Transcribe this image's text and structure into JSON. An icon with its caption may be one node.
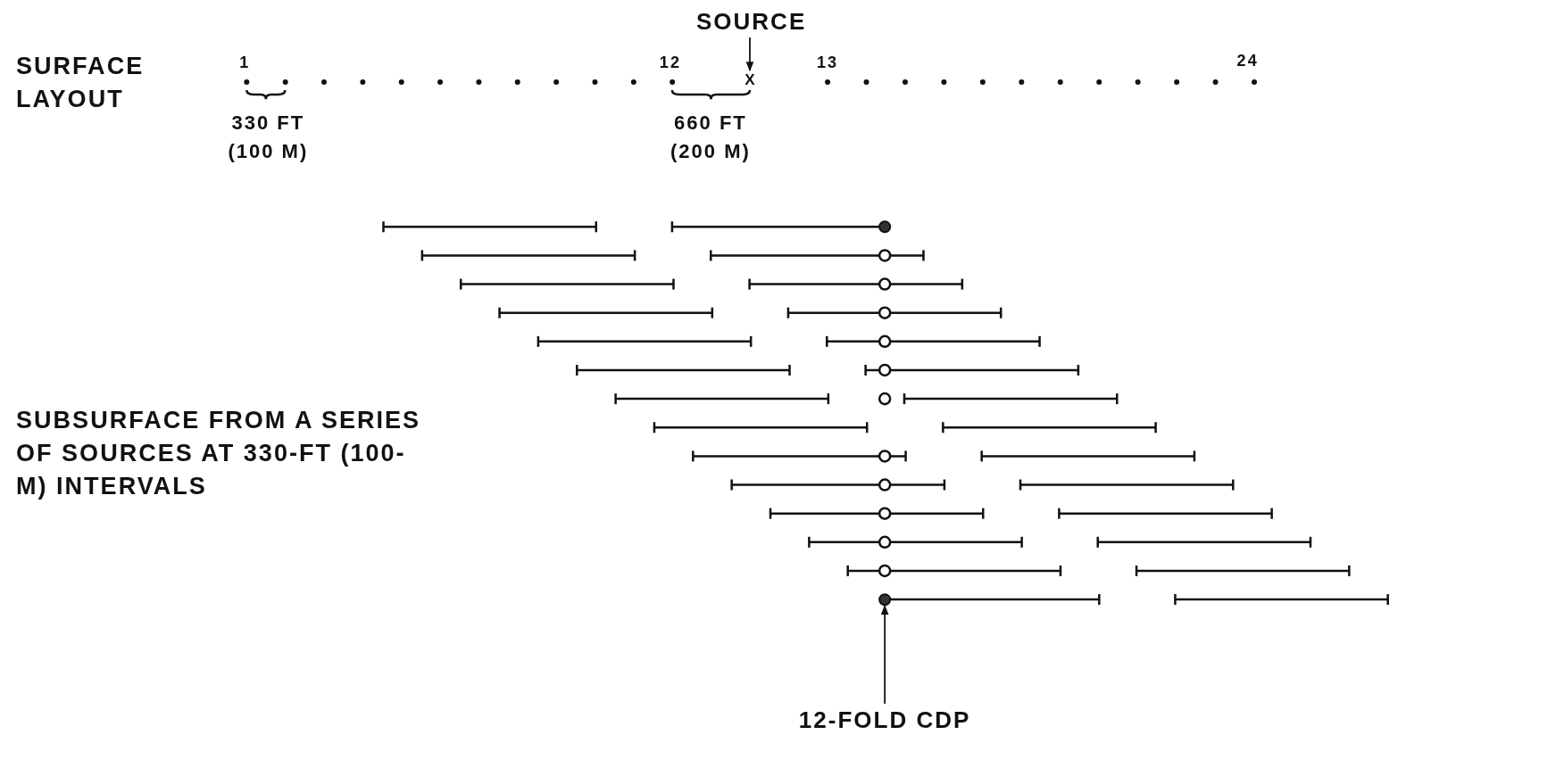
{
  "diagram": {
    "nodes": [
      {
        "text": [
          "SOURCE"
        ]
      },
      {
        "text": [
          "X"
        ]
      },
      {
        "text": [
          "12-FOLD CDP"
        ]
      },
      {
        "text": [],
        "shape": "circle"
      }
    ],
    "edges": [
      {
        "from": 0,
        "to": 1,
        "arrow": "to"
      },
      {
        "from": 2,
        "to": 3,
        "arrow": "to"
      }
    ],
    "labels": [
      "SURFACE LAYOUT",
      "1",
      "12",
      "13",
      "24",
      "330 FT (100 M)",
      "660 FT (200 M)",
      "SUBSURFACE FROM A SERIES OF SOURCES AT 330-FT (100-M) INTERVALS"
    ]
  }
}
